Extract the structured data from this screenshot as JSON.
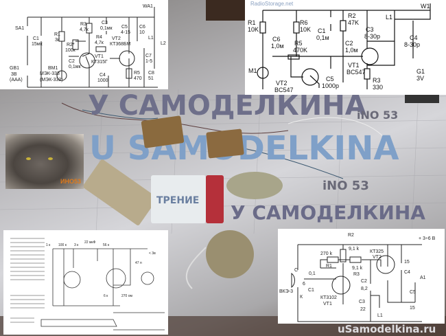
{
  "photo": {
    "handwriting": [
      "У САМОДЕЛКИНА",
      "iNO 53",
      "U SAMODELKINA",
      "iNO 53",
      "У САМОДЕЛКИНА"
    ],
    "cat_label": "ИНО53",
    "battery_label": "ТРЕНИЕ"
  },
  "schematic_top_left": {
    "labels": [
      "SA1",
      "C1",
      "15мк",
      "R1",
      "3к",
      "R2*",
      "100к",
      "R3",
      "4,7к",
      "C3",
      "0,1мк",
      "R4",
      "4,7к",
      "VT1",
      "КТ315Г",
      "VT2",
      "КТ368БМ",
      "C5",
      "4-15",
      "C6",
      "10",
      "L1",
      "L2",
      "WA1",
      "C7",
      "1-5",
      "R5",
      "470",
      "C8",
      "51",
      "C2",
      "0,1мк",
      "BM1",
      "МЭК-333",
      "(МЭК-332)",
      "GB1",
      "3В",
      "(AAA)",
      "C4",
      "1000"
    ]
  },
  "schematic_top_right": {
    "watermark": "RadioStorage.net",
    "labels": [
      "R1",
      "10K",
      "R6",
      "10K",
      "C1",
      "0,1м",
      "R2",
      "47K",
      "C3",
      "8-30p",
      "L1",
      "W1",
      "C4",
      "8-30p",
      "C6",
      "1,0м",
      "R5",
      "470K",
      "C2",
      "1,0м",
      "VT1",
      "BC547",
      "VT2",
      "BC547",
      "C5",
      "1000p",
      "R3",
      "330",
      "G1",
      "3V",
      "M1"
    ]
  },
  "schematic_bottom_right": {
    "labels": [
      "R2",
      "+ 3÷6 В",
      "9,1 k",
      "КТ325",
      "VT2",
      "270 k",
      "9,1 k",
      "15",
      "C4",
      "R1",
      "R3",
      "C",
      "0,1",
      "C2",
      "8,2",
      "A1",
      "6",
      "ВКЭ-3",
      "К",
      "C1",
      "КТ3102",
      "VT1",
      "C3",
      "22",
      "C5",
      "15",
      "L1"
    ],
    "watermark": "uSamodelkina.ru"
  },
  "schematic_bottom_left": {
    "labels": [
      "1 к",
      "100 к",
      "3 к",
      "22 мкФ",
      "56 к",
      "6 к",
      "270 ом",
      "47 п",
      "< 3в"
    ]
  }
}
